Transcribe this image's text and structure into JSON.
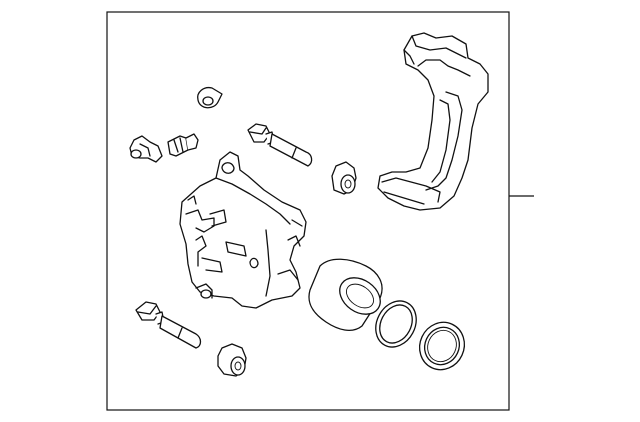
{
  "diagram": {
    "parts": [
      {
        "id": "caliper-bracket",
        "icon": "caliper-bracket-icon"
      },
      {
        "id": "caliper-body",
        "icon": "caliper-body-icon"
      },
      {
        "id": "piston",
        "icon": "piston-icon"
      },
      {
        "id": "piston-seal",
        "icon": "seal-ring-icon"
      },
      {
        "id": "dust-boot",
        "icon": "boot-ring-icon"
      },
      {
        "id": "guide-pin-upper",
        "icon": "bolt-icon"
      },
      {
        "id": "guide-pin-lower",
        "icon": "bolt-icon"
      },
      {
        "id": "pin-boot-upper",
        "icon": "boot-icon"
      },
      {
        "id": "pin-boot-lower",
        "icon": "boot-icon"
      },
      {
        "id": "bleeder-screw",
        "icon": "bleeder-icon"
      },
      {
        "id": "bleeder-cap",
        "icon": "cap-icon"
      },
      {
        "id": "washer",
        "icon": "washer-icon"
      }
    ],
    "colors": {
      "line": "#111111",
      "background": "#ffffff"
    }
  }
}
